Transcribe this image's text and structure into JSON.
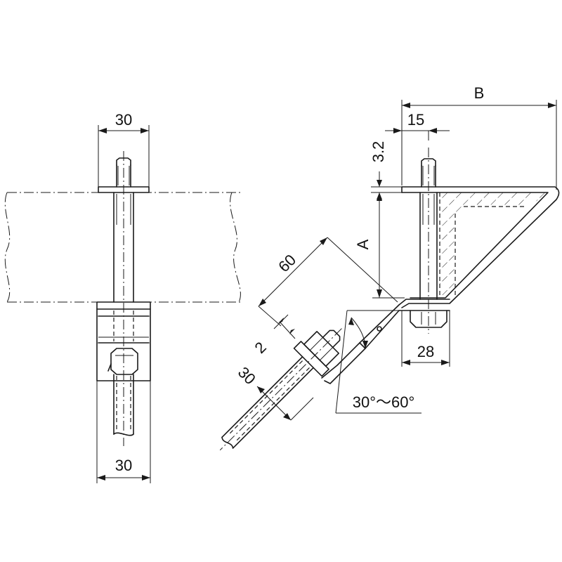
{
  "dimensions": {
    "left_top_width": "30",
    "left_bottom_width": "30",
    "right_b": "B",
    "right_15": "15",
    "right_thickness": "3.2",
    "right_a": "A",
    "right_60": "60",
    "right_2": "2",
    "right_30": "30",
    "right_28": "28",
    "right_angle": "30°～60°"
  },
  "colors": {
    "line": "#1a1a1a",
    "background": "#ffffff"
  }
}
